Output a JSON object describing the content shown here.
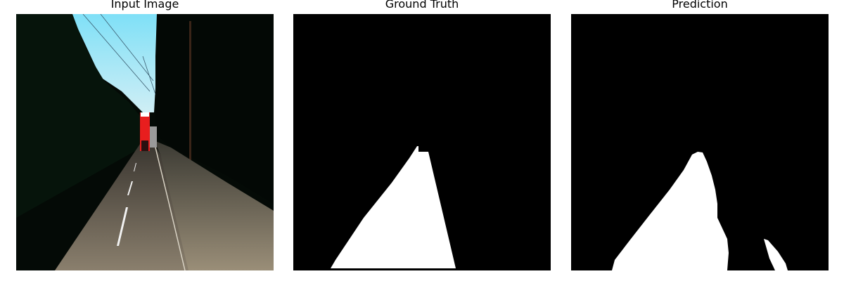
{
  "panels": [
    {
      "title": "Input Image"
    },
    {
      "title": "Ground Truth"
    },
    {
      "title": "Prediction"
    }
  ],
  "colors": {
    "background": "#ffffff",
    "mask_background": "#000000",
    "mask_foreground": "#ffffff",
    "sky": "#8fe3f5",
    "trees": "#05100a",
    "road": "#6e6658",
    "tram_red": "#e81e1e"
  }
}
